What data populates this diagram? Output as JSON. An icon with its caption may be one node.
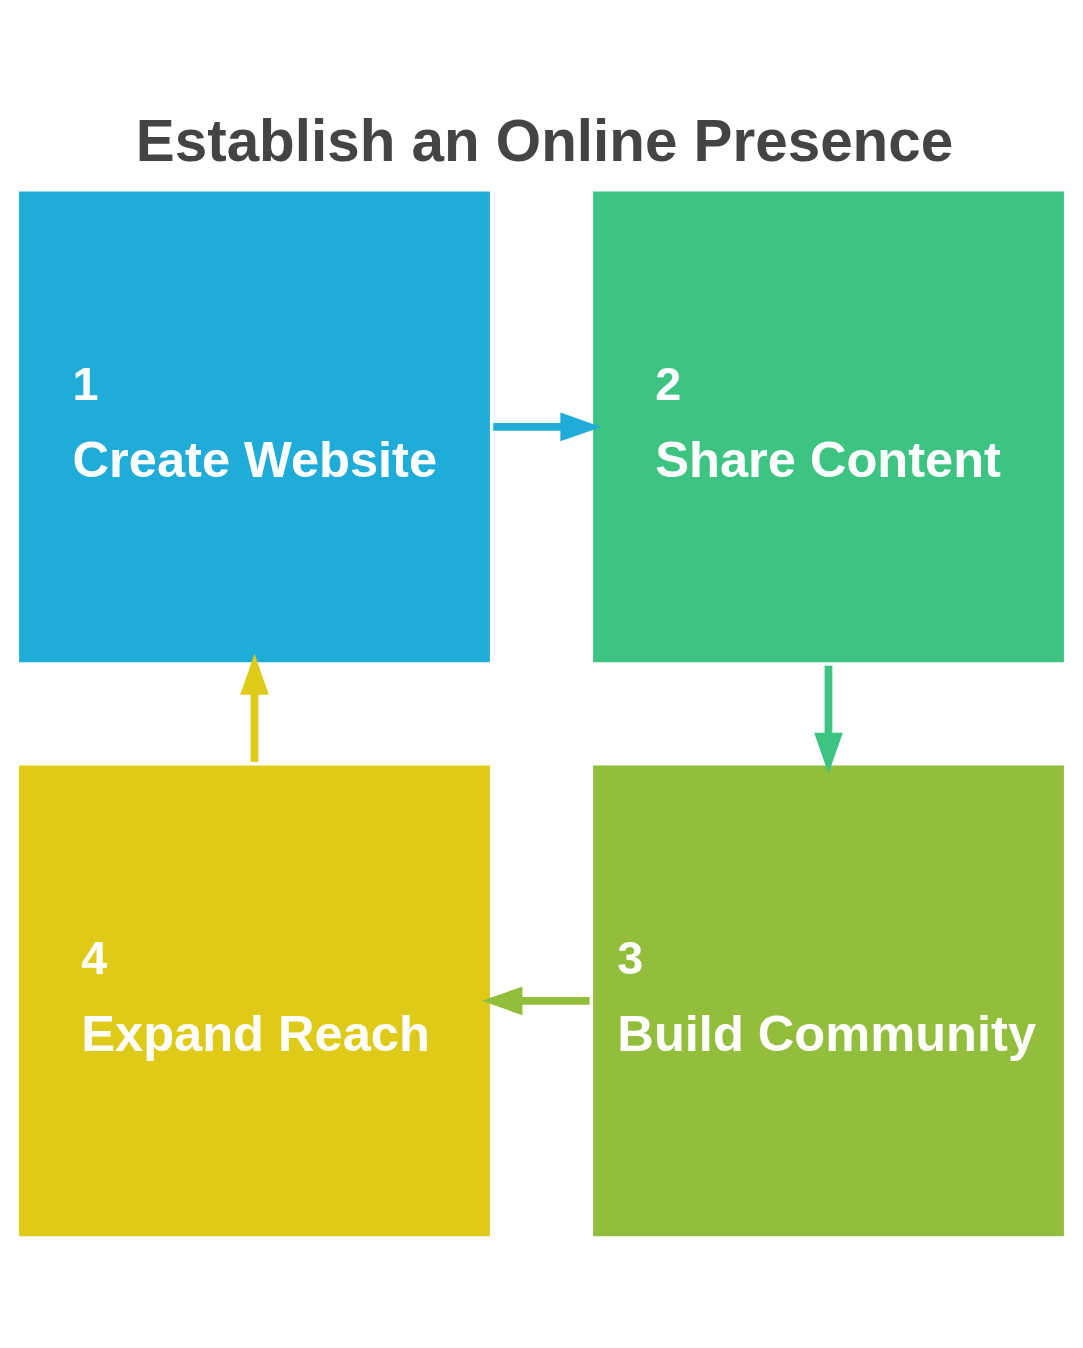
{
  "diagram": {
    "title": "Establish an Online Presence",
    "nodes": [
      {
        "text": [
          "1",
          "Create Website"
        ]
      },
      {
        "text": [
          "2",
          "Share Content"
        ]
      },
      {
        "text": [
          "3",
          "Build Community"
        ]
      },
      {
        "text": [
          "4",
          "Expand Reach"
        ]
      }
    ],
    "edges": [
      {
        "from": 0,
        "to": 1,
        "arrow": "to",
        "color": "#20acd9"
      },
      {
        "from": 1,
        "to": 2,
        "arrow": "to",
        "color": "#3ec482"
      },
      {
        "from": 2,
        "to": 3,
        "arrow": "to",
        "color": "#93be3b"
      },
      {
        "from": 3,
        "to": 0,
        "arrow": "to",
        "color": "#dfcb17"
      }
    ]
  }
}
